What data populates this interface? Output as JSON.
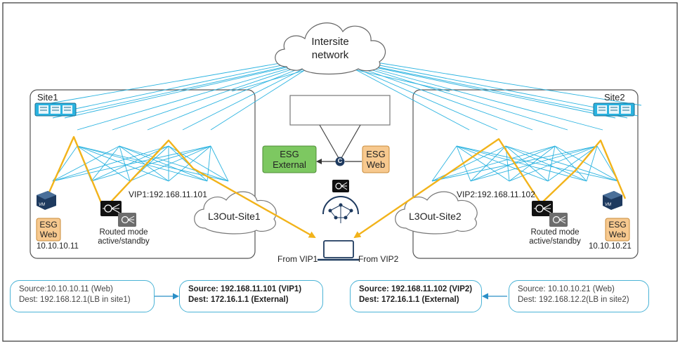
{
  "cloud": {
    "line1": "Intersite",
    "line2": "network"
  },
  "site1": {
    "name": "Site1",
    "vip": "VIP1:192.168.11.101",
    "l3out": "L3Out-Site1",
    "esg": {
      "line1": "ESG",
      "line2": "Web"
    },
    "ip": "10.10.10.11",
    "lb_mode": {
      "line1": "Routed mode",
      "line2": "active/standby"
    },
    "vm_label": "VM"
  },
  "site2": {
    "name": "Site2",
    "vip": "VIP2:192.168.11.102",
    "l3out": "L3Out-Site2",
    "esg": {
      "line1": "ESG",
      "line2": "Web"
    },
    "ip": "10.10.10.21",
    "lb_mode": {
      "line1": "Routed mode",
      "line2": "active/standby"
    },
    "vm_label": "VM"
  },
  "center": {
    "esg_external": {
      "line1": "ESG",
      "line2": "External"
    },
    "esg_web": {
      "line1": "ESG",
      "line2": "Web"
    },
    "contract_label": "C"
  },
  "client": {
    "from_vip1": "From VIP1",
    "from_vip2": "From VIP2"
  },
  "flows": {
    "site1_before": {
      "source": "Source:10.10.10.11 (Web)",
      "dest": "Dest: 192.168.12.1(LB in site1)"
    },
    "site1_after": {
      "source": "Source: 192.168.11.101 (VIP1)",
      "dest": "Dest: 172.16.1.1 (External)"
    },
    "site2_after": {
      "source": "Source: 192.168.11.102 (VIP2)",
      "dest": "Dest: 172.16.1.1 (External)"
    },
    "site2_before": {
      "source": "Source: 10.10.10.21 (Web)",
      "dest": "Dest: 192.168.12.2(LB in site2)"
    }
  },
  "colors": {
    "fabric": "#2bb3e0",
    "path": "#f2b31a",
    "esg_green": "#7dc861",
    "esg_orange": "#f7c98f",
    "box_border": "#4ab3d6"
  }
}
